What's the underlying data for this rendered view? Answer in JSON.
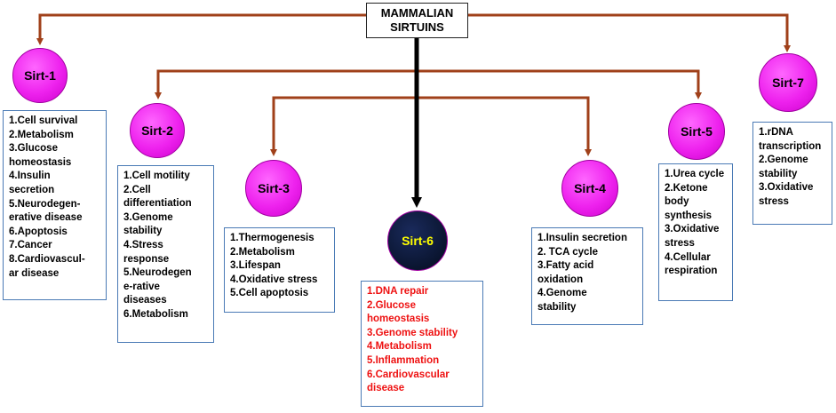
{
  "title": [
    "MAMMALIAN",
    "SIRTUINS"
  ],
  "nodes": {
    "sirt1": {
      "label": "Sirt-1",
      "functions": [
        "1.Cell survival",
        "2.Metabolism",
        "3.Glucose",
        "homeostasis",
        "4.Insulin",
        "secretion",
        "5.Neurodegen-",
        "erative disease",
        "6.Apoptosis",
        "7.Cancer",
        "8.Cardiovascul-",
        "ar disease"
      ]
    },
    "sirt2": {
      "label": "Sirt-2",
      "functions": [
        "1.Cell motility",
        "2.Cell",
        "differentiation",
        "3.Genome",
        "stability",
        "4.Stress",
        "response",
        "5.Neurodegen",
        "e-rative",
        "diseases",
        "6.Metabolism"
      ]
    },
    "sirt3": {
      "label": "Sirt-3",
      "functions": [
        "1.Thermogenesis",
        "2.Metabolism",
        "3.Lifespan",
        "4.Oxidative stress",
        "5.Cell apoptosis"
      ]
    },
    "sirt6": {
      "label": "Sirt-6",
      "functions": [
        "1.DNA repair",
        "2.Glucose",
        "homeostasis",
        "3.Genome stability",
        "4.Metabolism",
        "5.Inflammation",
        "6.Cardiovascular",
        "disease"
      ]
    },
    "sirt4": {
      "label": "Sirt-4",
      "functions": [
        "1.Insulin secretion",
        "2. TCA cycle",
        "3.Fatty acid",
        "oxidation",
        "4.Genome",
        "stability"
      ]
    },
    "sirt5": {
      "label": "Sirt-5",
      "functions": [
        "1.Urea cycle",
        "2.Ketone",
        "body",
        "synthesis",
        "3.Oxidative",
        "stress",
        "4.Cellular",
        "respiration"
      ]
    },
    "sirt7": {
      "label": "Sirt-7",
      "functions": [
        "1.rDNA",
        "transcription",
        "2.Genome",
        "stability",
        "3.Oxidative",
        "stress"
      ]
    }
  },
  "colors": {
    "connector": "#a0401a",
    "center_arrow": "#000000",
    "box_border": "#4a7ab5",
    "sirt_fill": "#ee22ee",
    "sirt6_fill": "#0a1530",
    "sirt6_text": "#ffff00",
    "sirt6_functions_text": "#ee1111"
  }
}
